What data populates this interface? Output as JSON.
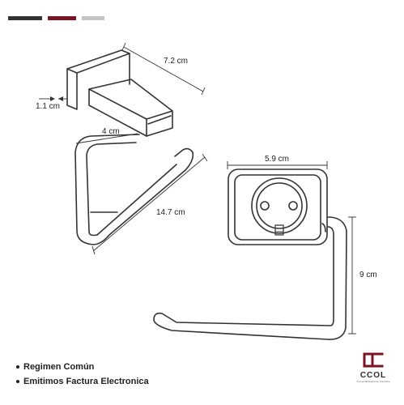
{
  "stripes": {
    "colors": [
      "#333333",
      "#7a1420",
      "#c4c4c4"
    ]
  },
  "dimensions": {
    "width_top": "7.2 cm",
    "depth": "1.1 cm",
    "arm_width": "4 cm",
    "length": "14.7 cm",
    "plate_width": "5.9 cm",
    "height": "9 cm"
  },
  "bullets": [
    "Regimen Común",
    "Emitimos Factura Electronica"
  ],
  "logo": {
    "name": "CCOL",
    "tagline": "Comercializadora de Colombia",
    "color": "#7a1420"
  },
  "icons": {
    "bullet": "bullet-dot-icon",
    "arrow": "arrowhead-icon"
  }
}
